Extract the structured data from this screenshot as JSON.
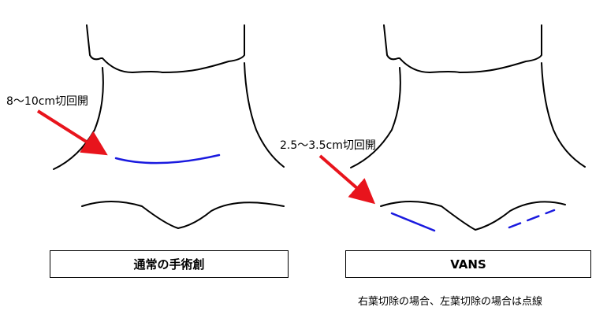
{
  "left_panel": {
    "annotation": "8～10cm切回開",
    "caption": "通常の手術創"
  },
  "right_panel": {
    "annotation": "2.5～3.5cm切回開",
    "caption": "VANS"
  },
  "footnote": "右葉切除の場合、左葉切除の場合は点線",
  "colors": {
    "incision": "#1a1adf",
    "arrow": "#e8141c",
    "outline": "#000000"
  }
}
